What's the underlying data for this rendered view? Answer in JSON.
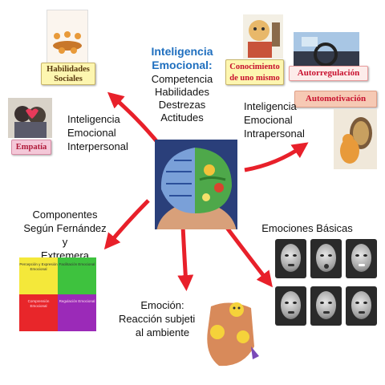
{
  "center": {
    "title_line1": "Inteligencia",
    "title_line2": "Emocional:",
    "items": [
      "Competencia",
      "Habilidades",
      "Destrezas",
      "Actitudes"
    ]
  },
  "interpersonal": {
    "lines": [
      "Inteligencia",
      "Emocional",
      "Interpersonal"
    ]
  },
  "intrapersonal": {
    "lines": [
      "Inteligencia",
      "Emocional",
      "Intrapersonal"
    ]
  },
  "components": {
    "lines": [
      "Componentes",
      "Según Fernández y",
      "Extremera"
    ]
  },
  "emotion": {
    "lines": [
      "Emoción:",
      "Reacción subjetiva",
      "al ambiente"
    ]
  },
  "basic_emotions": {
    "label": "Emociones Básicas"
  },
  "tags": {
    "habilidades_sociales": [
      "Habilidades",
      "Sociales"
    ],
    "empatia": "Empatía",
    "conocimiento": [
      "Conocimiento",
      "de uno mismo"
    ],
    "autorregulacion": "Autorregulación",
    "automotivacion": "Automotivación"
  },
  "quadrants": [
    {
      "text": "Percepción y Expresión Emocional",
      "color": "#f4e83a"
    },
    {
      "text": "Facilitación Emocional",
      "color": "#3ec23e"
    },
    {
      "text": "Comprensión Emocional",
      "color": "#e8262a"
    },
    {
      "text": "Regulación Emocional",
      "color": "#9b2ab8"
    }
  ],
  "colors": {
    "arrow": "#e8202a",
    "title": "#1f6fbf"
  }
}
